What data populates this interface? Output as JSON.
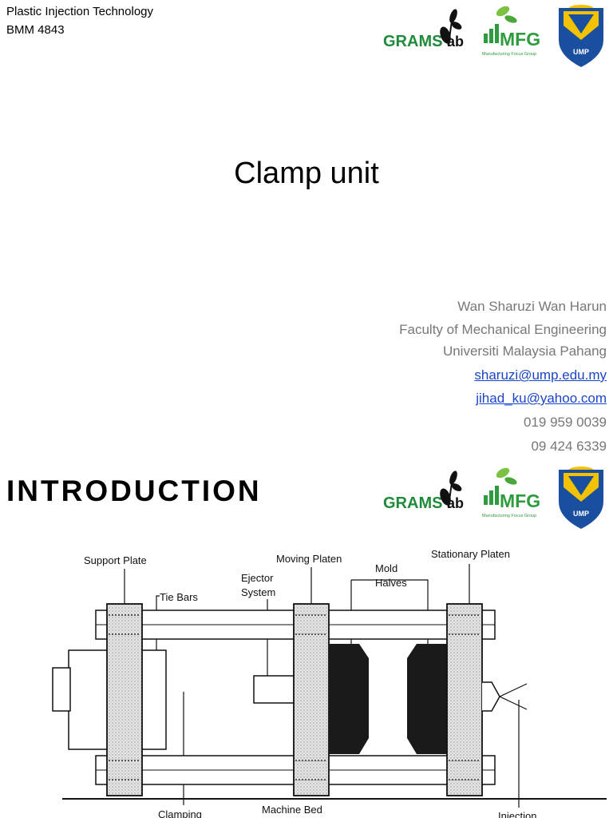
{
  "slide1": {
    "course_title": "Plastic Injection Technology",
    "course_code": "BMM 4843",
    "title": "Clamp unit",
    "author": "Wan Sharuzi Wan Harun",
    "faculty": "Faculty of Mechanical Engineering",
    "university": "Universiti Malaysia Pahang",
    "email1": "sharuzi@ump.edu.my",
    "email2": "jihad_ku@yahoo.com",
    "phone1": "019 959 0039",
    "phone2": "09 424 6339"
  },
  "logos": {
    "grams_a": "GRAMS",
    "grams_b": "ab",
    "mfg": "MFG",
    "mfg_sub": "Manufacturing Focus Group",
    "ump": "UMP",
    "colors": {
      "green": "#1f8a3a",
      "blue": "#1a4fa0",
      "yellow": "#f2c200"
    }
  },
  "slide2": {
    "heading": "INTRODUCTION",
    "diagram_labels": {
      "support_plate": "Support Plate",
      "tie_bars": "Tie Bars",
      "moving_platen": "Moving Platen",
      "ejector_1": "Ejector",
      "ejector_2": "System",
      "mold_1": "Mold",
      "mold_2": "Halves",
      "stationary_platen": "Stationary Platen",
      "clamping": "Clamping",
      "machine_bed": "Machine Bed",
      "injection": "Injection"
    }
  }
}
